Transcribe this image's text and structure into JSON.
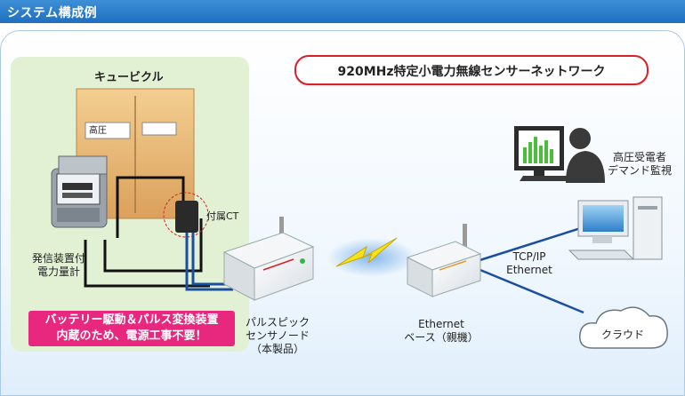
{
  "header": {
    "title": "システム構成例"
  },
  "network_title": "920MHz特定小電力無線センサーネットワーク",
  "cubicle": {
    "title": "キュービクル",
    "door_label": "高圧"
  },
  "meter": {
    "label_line1": "発信装置付",
    "label_line2": "電力量計"
  },
  "ct": {
    "label": "付属CT"
  },
  "battery_note": {
    "line1": "バッテリー駆動＆パルス変換装置",
    "line2": "内蔵のため、電源工事不要！"
  },
  "sensor_node": {
    "line1": "パルスピック",
    "line2": "センサノード",
    "line3": "（本製品）"
  },
  "base_unit": {
    "line1": "Ethernet",
    "line2": "ベース（親機）"
  },
  "link": {
    "line1": "TCP/IP",
    "line2": "Ethernet"
  },
  "cloud": {
    "label": "クラウド"
  },
  "monitor": {
    "line1": "高圧受電者",
    "line2": "デマンド監視"
  },
  "colors": {
    "header": "#2a7dcc",
    "accent_red": "#d8202a",
    "note_pink": "#e8277f",
    "green_area": "#e2f0d4",
    "cable": "#1a4fa0"
  }
}
